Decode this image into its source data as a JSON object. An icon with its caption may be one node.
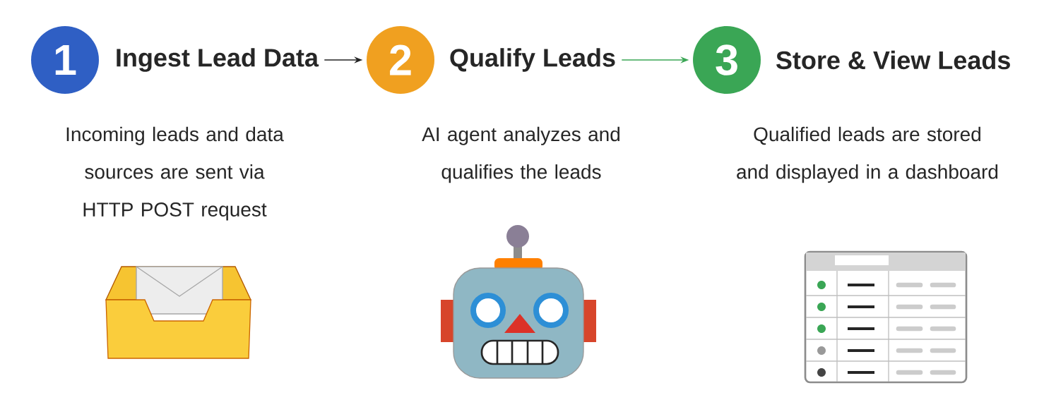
{
  "diagram": {
    "nodes": [
      {
        "text": [
          "1"
        ]
      },
      {
        "text": [
          "Ingest Lead Data"
        ]
      },
      {
        "text": [
          "2"
        ]
      },
      {
        "text": [
          "Qualify Leads"
        ]
      },
      {
        "text": [
          "3"
        ]
      },
      {
        "text": [
          "Store & View Leads"
        ]
      }
    ],
    "edges": [
      {
        "from": 1,
        "to": 2,
        "arrow": "to",
        "color": "#222222"
      },
      {
        "from": 3,
        "to": 4,
        "arrow": "to",
        "color": "#3aa655"
      }
    ],
    "labels": [
      "Incoming leads and data sources are sent via HTTP POST request",
      "AI agent analyzes and qualifies the leads",
      "Qualified leads are stored and displayed in a dashboard"
    ]
  }
}
